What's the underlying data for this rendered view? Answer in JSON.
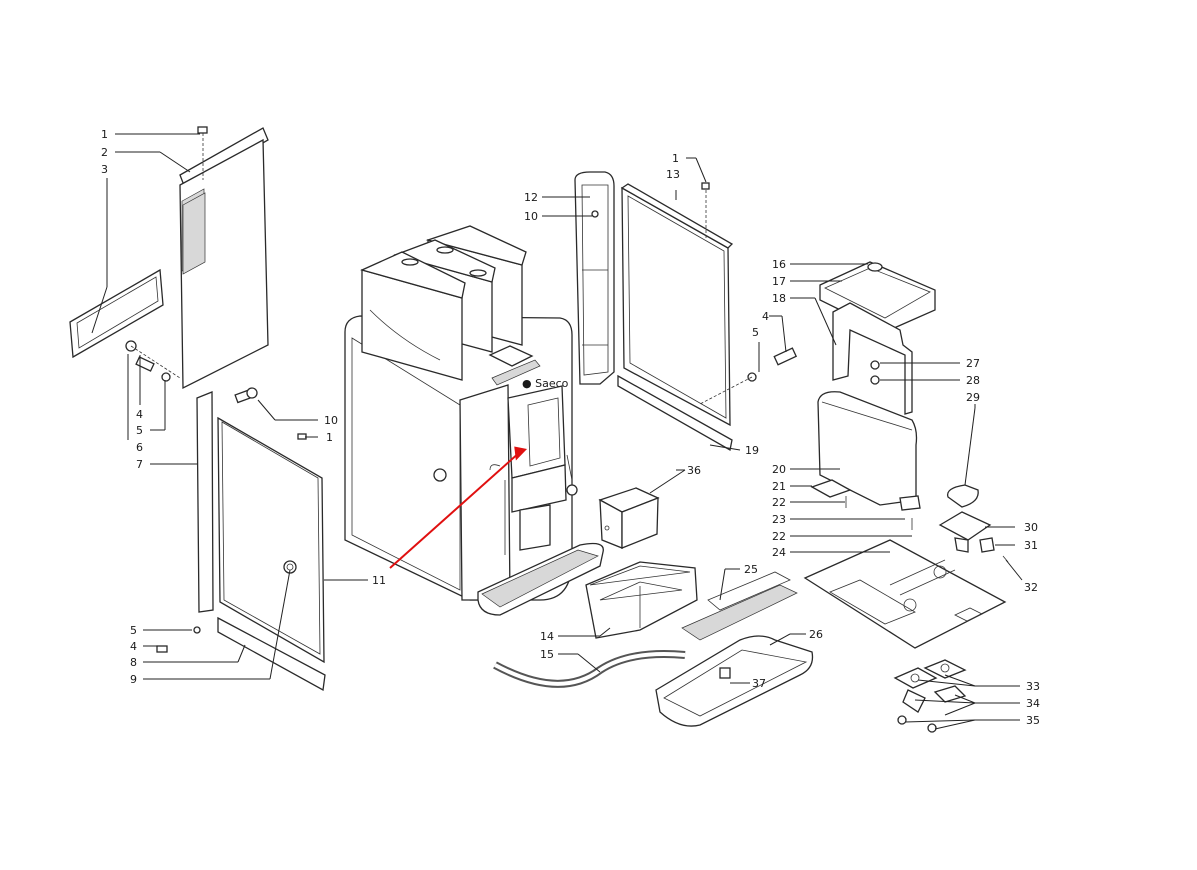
{
  "diagram": {
    "callouts": [
      {
        "id": "c-1a",
        "label": "1"
      },
      {
        "id": "c-2",
        "label": "2"
      },
      {
        "id": "c-3",
        "label": "3"
      },
      {
        "id": "c-4a",
        "label": "4"
      },
      {
        "id": "c-5a",
        "label": "5"
      },
      {
        "id": "c-6",
        "label": "6"
      },
      {
        "id": "c-7",
        "label": "7"
      },
      {
        "id": "c-10a",
        "label": "10"
      },
      {
        "id": "c-1b",
        "label": "1"
      },
      {
        "id": "c-5b",
        "label": "5"
      },
      {
        "id": "c-4b",
        "label": "4"
      },
      {
        "id": "c-8",
        "label": "8"
      },
      {
        "id": "c-9",
        "label": "9"
      },
      {
        "id": "c-11",
        "label": "11"
      },
      {
        "id": "c-12",
        "label": "12"
      },
      {
        "id": "c-10b",
        "label": "10"
      },
      {
        "id": "c-1c",
        "label": "1"
      },
      {
        "id": "c-13",
        "label": "13"
      },
      {
        "id": "c-4c",
        "label": "4"
      },
      {
        "id": "c-5c",
        "label": "5"
      },
      {
        "id": "c-19",
        "label": "19"
      },
      {
        "id": "c-36",
        "label": "36"
      },
      {
        "id": "c-14",
        "label": "14"
      },
      {
        "id": "c-15",
        "label": "15"
      },
      {
        "id": "c-25",
        "label": "25"
      },
      {
        "id": "c-26",
        "label": "26"
      },
      {
        "id": "c-37",
        "label": "37"
      },
      {
        "id": "c-16",
        "label": "16"
      },
      {
        "id": "c-17",
        "label": "17"
      },
      {
        "id": "c-18",
        "label": "18"
      },
      {
        "id": "c-27",
        "label": "27"
      },
      {
        "id": "c-28",
        "label": "28"
      },
      {
        "id": "c-29",
        "label": "29"
      },
      {
        "id": "c-20",
        "label": "20"
      },
      {
        "id": "c-21",
        "label": "21"
      },
      {
        "id": "c-22a",
        "label": "22"
      },
      {
        "id": "c-23",
        "label": "23"
      },
      {
        "id": "c-22b",
        "label": "22"
      },
      {
        "id": "c-24",
        "label": "24"
      },
      {
        "id": "c-30",
        "label": "30"
      },
      {
        "id": "c-31",
        "label": "31"
      },
      {
        "id": "c-32",
        "label": "32"
      },
      {
        "id": "c-33",
        "label": "33"
      },
      {
        "id": "c-34",
        "label": "34"
      },
      {
        "id": "c-35",
        "label": "35"
      }
    ],
    "highlight_color": "#e01010"
  }
}
